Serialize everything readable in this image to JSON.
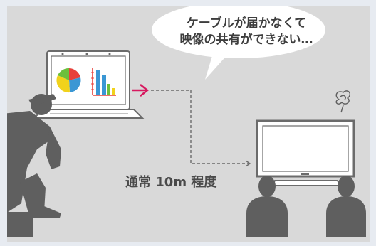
{
  "speech_bubble": {
    "line1": "ケーブルが届かなくて",
    "line2": "映像の共有ができない…"
  },
  "distance_label": "通常 10m 程度",
  "colors": {
    "background": "#d9d9d9",
    "frame": "#e7ebf1",
    "silhouette": "#5f5f5f",
    "arrow": "#d7195f",
    "pie_red": "#e8403a",
    "pie_blue": "#3a97d4",
    "pie_green": "#6cbf3c",
    "pie_yellow": "#f1d21b"
  },
  "icons": [
    "laptop-icon",
    "tv-monitor-icon",
    "confused-scribble-icon",
    "cable-arrow-icon"
  ]
}
